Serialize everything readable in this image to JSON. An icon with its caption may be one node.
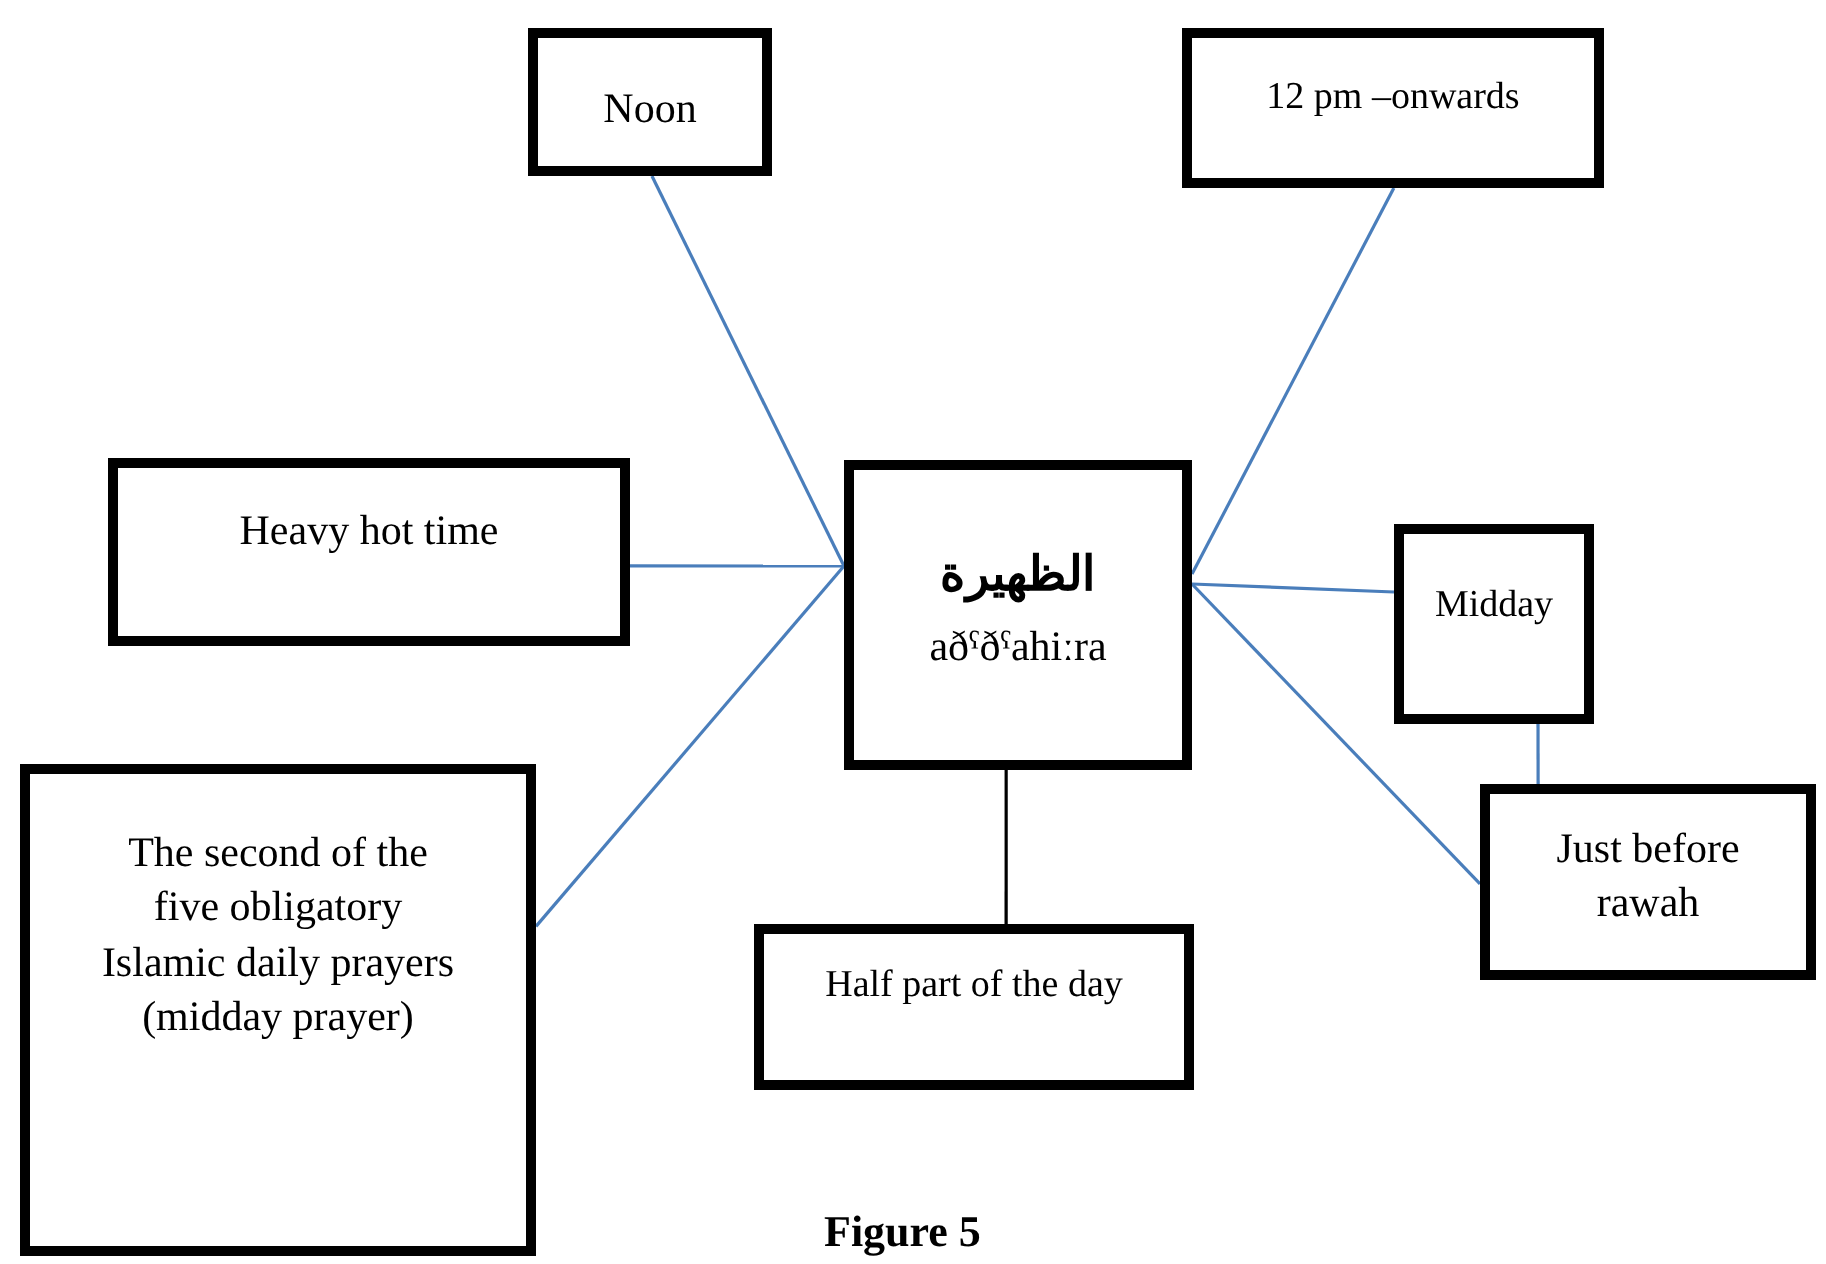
{
  "diagram": {
    "caption": "Figure 5",
    "nodes": [
      {
        "text": [
          "الظهيرة",
          "aðˤðˤahiːra"
        ]
      },
      {
        "text": [
          "Noon"
        ]
      },
      {
        "text": [
          "12 pm –onwards"
        ]
      },
      {
        "text": [
          "Heavy hot time"
        ]
      },
      {
        "text": [
          "Midday"
        ]
      },
      {
        "text": [
          "Just before rawah"
        ]
      },
      {
        "text": [
          "The second of the five obligatory Islamic daily prayers (midday prayer)"
        ]
      },
      {
        "text": [
          "Half part of the day"
        ]
      }
    ],
    "edges": [
      {
        "from": 1,
        "to": 0,
        "arrow": "none"
      },
      {
        "from": 2,
        "to": 0,
        "arrow": "none"
      },
      {
        "from": 3,
        "to": 0,
        "arrow": "none"
      },
      {
        "from": 0,
        "to": 4,
        "arrow": "none"
      },
      {
        "from": 0,
        "to": 5,
        "arrow": "none"
      },
      {
        "from": 4,
        "to": 5,
        "arrow": "none"
      },
      {
        "from": 6,
        "to": 0,
        "arrow": "none"
      },
      {
        "from": 0,
        "to": 7,
        "arrow": "none",
        "color": "#000000"
      }
    ]
  }
}
